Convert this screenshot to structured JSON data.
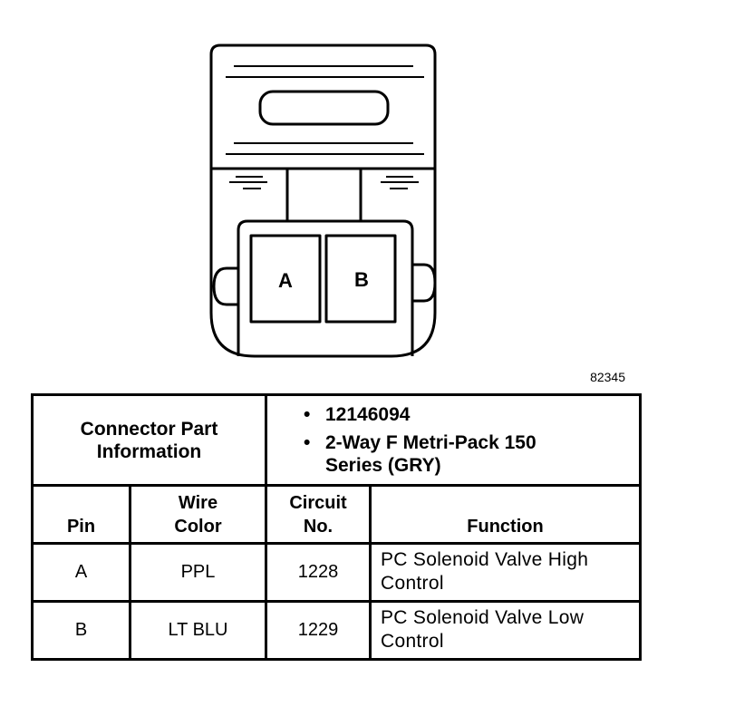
{
  "diagram": {
    "pin_labels": [
      "A",
      "B"
    ],
    "figure_id": "82345"
  },
  "part_info": {
    "label": "Connector Part Information",
    "items": [
      "12146094",
      "2-Way F Metri-Pack 150 Series (GRY)"
    ]
  },
  "table": {
    "headers": {
      "pin": "Pin",
      "wire_color": "Wire Color",
      "circuit": "Circuit No.",
      "function": "Function"
    },
    "rows": [
      {
        "pin": "A",
        "wire_color": "PPL",
        "circuit": "1228",
        "function": "PC Solenoid Valve High Control"
      },
      {
        "pin": "B",
        "wire_color": "LT BLU",
        "circuit": "1229",
        "function": "PC Solenoid Valve Low Control"
      }
    ]
  },
  "bullet_glyph": "•"
}
